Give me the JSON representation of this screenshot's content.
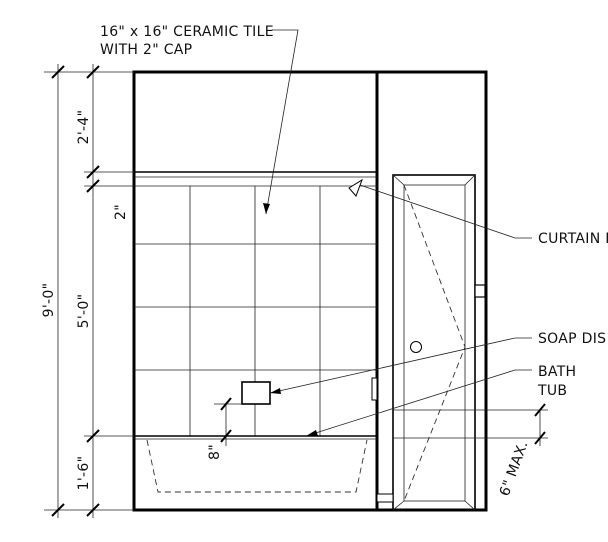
{
  "labels": {
    "tile_line1": "16\" x 16\" CERAMIC TILE",
    "tile_line2": "WITH 2\" CAP",
    "curtain": "CURTAIN R",
    "soap": "SOAP DIS",
    "bath_line1": "BATH",
    "bath_line2": "TUB",
    "six_max": "6\" MAX."
  },
  "dims": {
    "overall": "9'-0\"",
    "top": "2'-4\"",
    "middle": "5'-0\"",
    "bottom": "1'-6\"",
    "cap": "2\"",
    "eight": "8\""
  }
}
